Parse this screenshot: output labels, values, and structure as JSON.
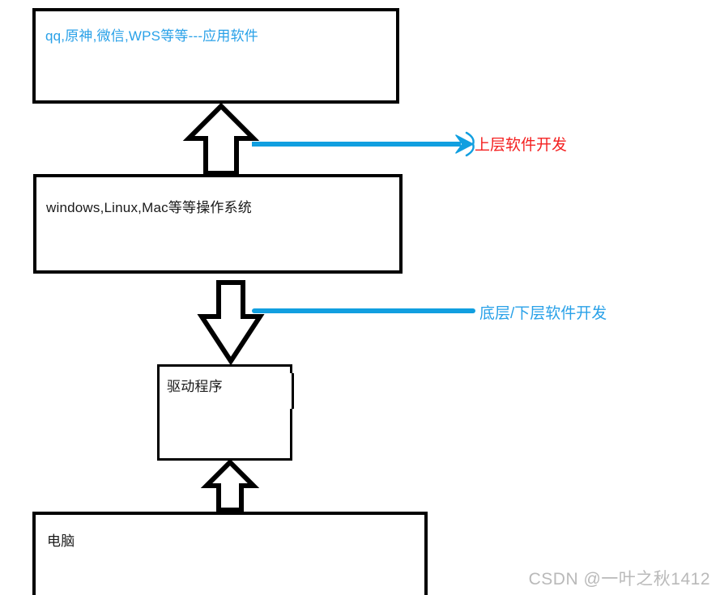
{
  "diagram": {
    "title": "computer software layer diagram",
    "colors": {
      "outline": "#000000",
      "blue": "#29a1e8",
      "line_blue": "#119fe0",
      "red": "#f42020",
      "text_black": "#1a1a1a",
      "watermark_gray": "#b9b9b9",
      "background": "#ffffff"
    },
    "boxes": [
      {
        "id": "application",
        "label": "qq,原神,微信,WPS等等---应用软件",
        "text_color": "#29a1e8"
      },
      {
        "id": "operating-system",
        "label": "windows,Linux,Mac等等操作系统",
        "text_color": "#1a1a1a"
      },
      {
        "id": "driver",
        "label": "驱动程序",
        "text_color": "#1a1a1a"
      },
      {
        "id": "computer",
        "label": "电脑",
        "text_color": "#1a1a1a"
      }
    ],
    "arrows": [
      {
        "id": "os-to-application",
        "direction": "up"
      },
      {
        "id": "os-to-driver",
        "direction": "down"
      },
      {
        "id": "computer-to-driver",
        "direction": "up"
      }
    ],
    "annotations": [
      {
        "id": "upper-layer",
        "label": "上层软件开发",
        "text_color": "#f42020",
        "line_color": "#119fe0",
        "has_arrowhead": true
      },
      {
        "id": "lower-layer",
        "label": "底层/下层软件开发",
        "text_color": "#29a1e8",
        "line_color": "#119fe0",
        "has_arrowhead": false
      }
    ]
  },
  "watermark": {
    "text": "CSDN @一叶之秋1412"
  }
}
